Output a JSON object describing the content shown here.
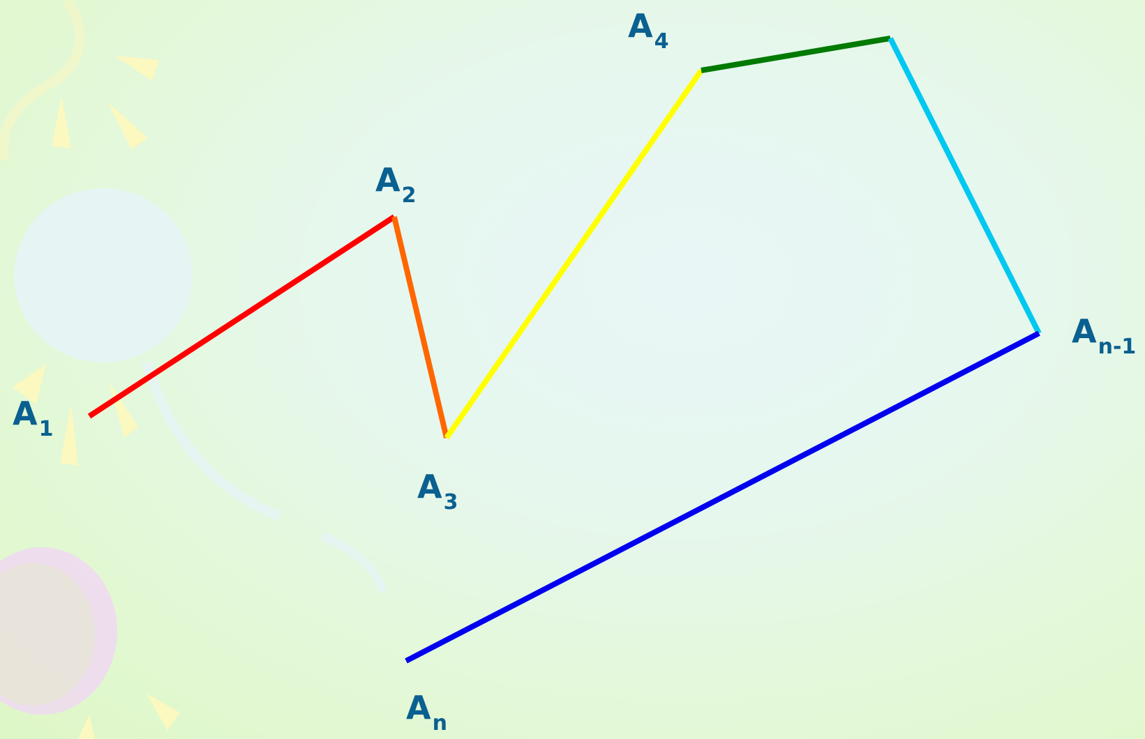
{
  "diagram": {
    "vertices": [
      {
        "id": "a1",
        "name": "A",
        "sub": "1"
      },
      {
        "id": "a2",
        "name": "A",
        "sub": "2"
      },
      {
        "id": "a3",
        "name": "A",
        "sub": "3"
      },
      {
        "id": "a4",
        "name": "A",
        "sub": "4"
      },
      {
        "id": "a5",
        "name": "",
        "sub": ""
      },
      {
        "id": "an1",
        "name": "A",
        "sub": "n-1"
      },
      {
        "id": "an",
        "name": "A",
        "sub": "n"
      }
    ],
    "edges": [
      {
        "from": "a1",
        "to": "a2",
        "color": "#ff0000"
      },
      {
        "from": "a2",
        "to": "a3",
        "color": "#ff6600"
      },
      {
        "from": "a3",
        "to": "a4",
        "color": "#ffff00"
      },
      {
        "from": "a4",
        "to": "a5",
        "color": "#007a00"
      },
      {
        "from": "a5",
        "to": "an1",
        "color": "#00c8f0"
      },
      {
        "from": "an1",
        "to": "an",
        "color": "#0000ee"
      }
    ],
    "label_color": "#0a6090",
    "background_colors": [
      "#e8f6f6",
      "#def7c6"
    ]
  }
}
